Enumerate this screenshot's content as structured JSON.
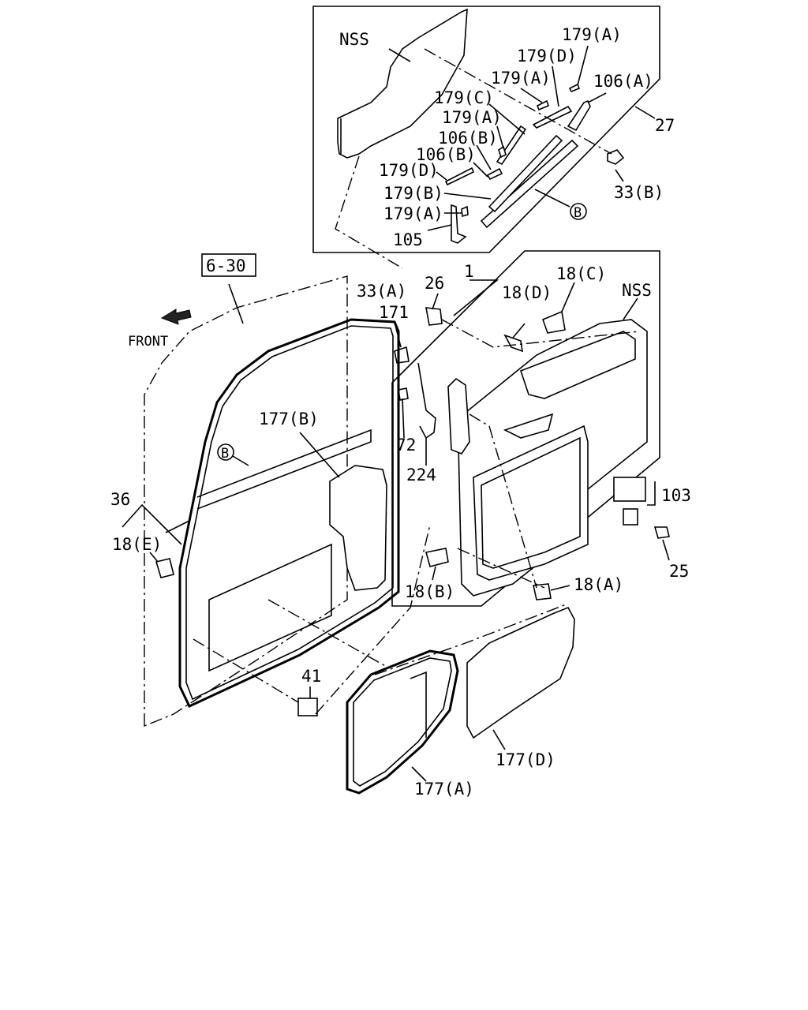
{
  "diagram": {
    "direction": {
      "label": "FRONT",
      "arrow_icon": "arrow-left-icon"
    },
    "reference_box": "6-30",
    "callouts": {
      "nss_inset": "NSS",
      "nss_main": "NSS",
      "c179a_1": "179(A)",
      "c179d_1": "179(D)",
      "c179a_2": "179(A)",
      "c106a": "106(A)",
      "c179c": "179(C)",
      "c27": "27",
      "c179a_3": "179(A)",
      "c106b_1": "106(B)",
      "c106b_2": "106(B)",
      "c179d_2": "179(D)",
      "c33b": "33(B)",
      "c179b": "179(B)",
      "cB_inset": "B",
      "c179a_4": "179(A)",
      "c105": "105",
      "c33a": "33(A)",
      "c26": "26",
      "c1": "1",
      "c18c": "18(C)",
      "c18d": "18(D)",
      "c171": "171",
      "c177b": "177(B)",
      "c72": "72",
      "c224": "224",
      "cB_main": "B",
      "c103": "103",
      "c36": "36",
      "c18e": "18(E)",
      "c25": "25",
      "c18b": "18(B)",
      "c18a": "18(A)",
      "c41": "41",
      "c177d": "177(D)",
      "c177a": "177(A)"
    }
  }
}
